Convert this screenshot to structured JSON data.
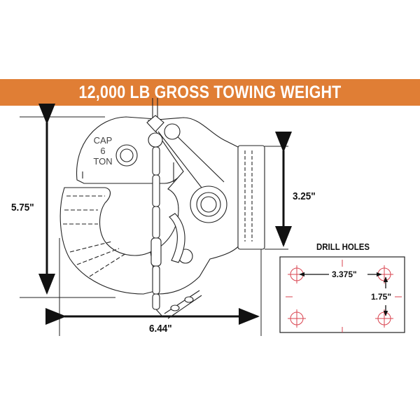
{
  "banner": {
    "title": "12,000 LB GROSS TOWING WEIGHT",
    "color": "#e07e35",
    "text_color": "#ffffff"
  },
  "hitch_drawing": {
    "casting_text": [
      "CAP",
      "6",
      "TON"
    ]
  },
  "dimensions": {
    "height": "5.75\"",
    "width": "6.44\"",
    "mount_height": "3.25\""
  },
  "drill_holes": {
    "title": "DRILL HOLES",
    "horizontal_spacing": "3.375\"",
    "vertical_spacing": "1.75\"",
    "hole_color": "#d9434f",
    "hole_count": 4
  }
}
